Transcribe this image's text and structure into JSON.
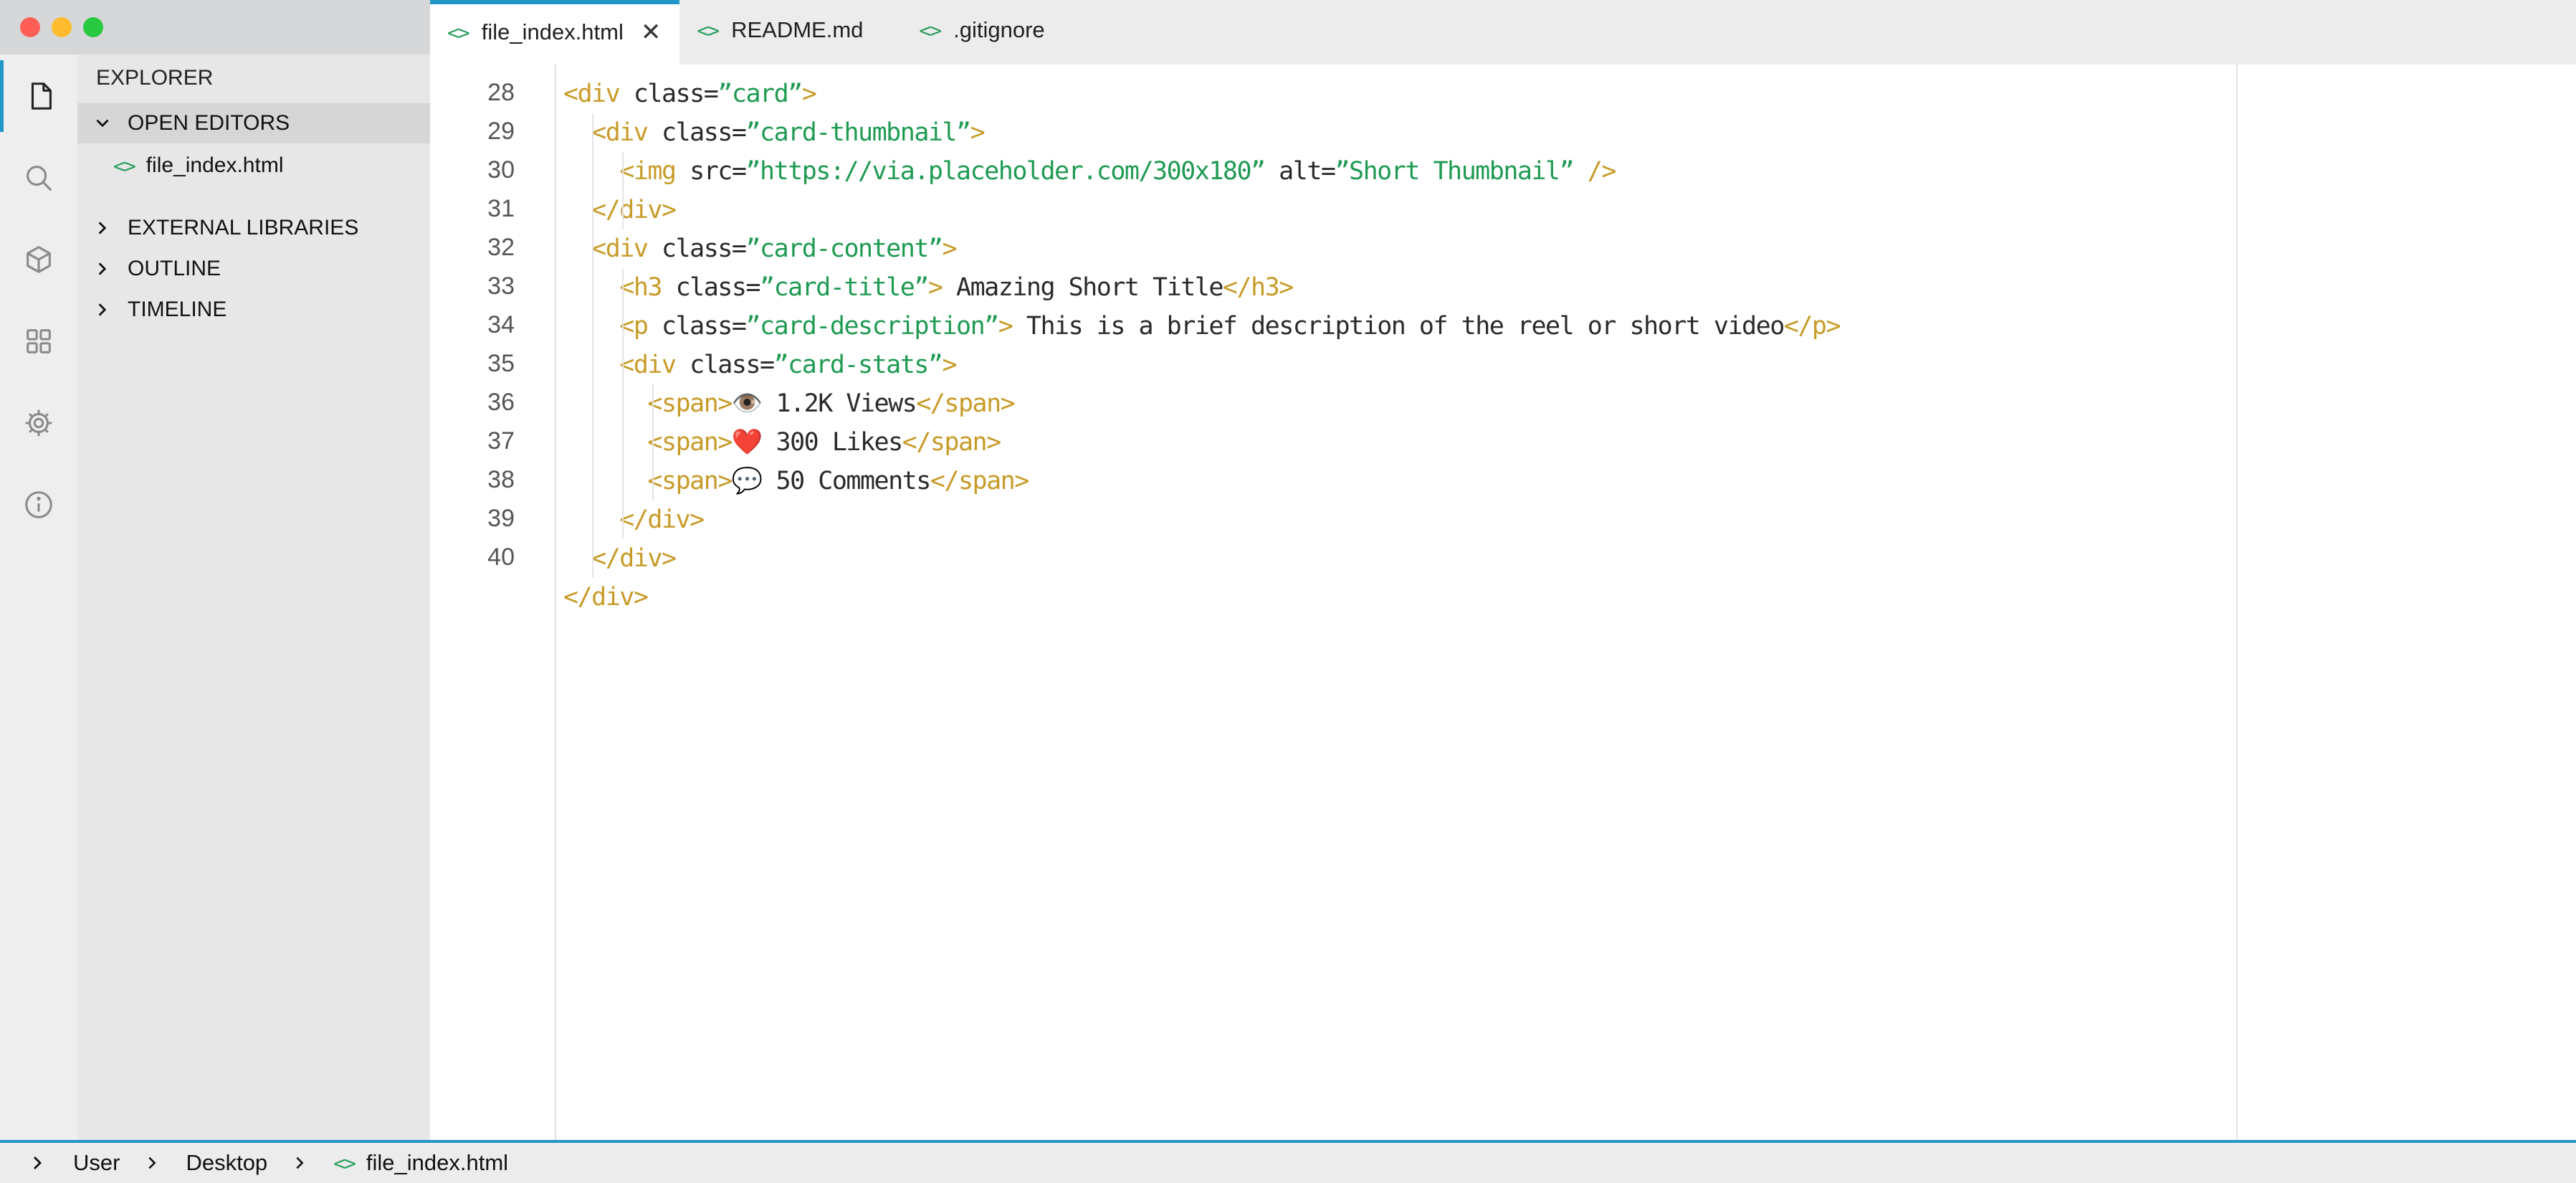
{
  "tabs": [
    {
      "label": "file_index.html",
      "icon": "code-file-icon",
      "active": true
    },
    {
      "label": "README.md",
      "icon": "code-file-icon",
      "active": false
    },
    {
      "label": ".gitignore",
      "icon": "code-file-icon",
      "active": false
    }
  ],
  "tab_icon_glyph": "<>",
  "sidebar": {
    "title": "EXPLORER",
    "open_editors": "OPEN EDITORS",
    "open_file": "file_index.html",
    "sections": [
      "EXTERNAL LIBRARIES",
      "OUTLINE",
      "TIMELINE"
    ]
  },
  "activity_icons": [
    "files-icon",
    "search-icon",
    "package-icon",
    "extensions-icon",
    "gear-icon",
    "info-icon"
  ],
  "editor": {
    "line_numbers": [
      "28",
      "29",
      "30",
      "31",
      "32",
      "33",
      "34",
      "35",
      "36",
      "37",
      "38",
      "39",
      "40"
    ],
    "lines": [
      [
        [
          "t",
          "<div "
        ],
        [
          "a",
          "class="
        ],
        [
          "s",
          "”card”"
        ],
        [
          "t",
          ">"
        ]
      ],
      [
        [
          "t",
          "  <div "
        ],
        [
          "a",
          "class="
        ],
        [
          "s",
          "”card-thumbnail”"
        ],
        [
          "t",
          ">"
        ]
      ],
      [
        [
          "t",
          "    <img "
        ],
        [
          "a",
          "src="
        ],
        [
          "s",
          "”https://via.placeholder.com/300x180”"
        ],
        [
          "a",
          " alt="
        ],
        [
          "s",
          "”Short Thumbnail”"
        ],
        [
          "t",
          " />"
        ]
      ],
      [
        [
          "t",
          "  </div>"
        ]
      ],
      [
        [
          "t",
          "  <div "
        ],
        [
          "a",
          "class="
        ],
        [
          "s",
          "”card-content”"
        ],
        [
          "t",
          ">"
        ]
      ],
      [
        [
          "t",
          "    <h3 "
        ],
        [
          "a",
          "class="
        ],
        [
          "s",
          "”card-title”"
        ],
        [
          "t",
          ">"
        ],
        [
          "x",
          " Amazing Short Title"
        ],
        [
          "t",
          "</h3>"
        ]
      ],
      [
        [
          "t",
          "    <p "
        ],
        [
          "a",
          "class="
        ],
        [
          "s",
          "”card-description”"
        ],
        [
          "t",
          ">"
        ],
        [
          "x",
          " This is a brief description of the reel or short video"
        ],
        [
          "t",
          "</p>"
        ]
      ],
      [
        [
          "t",
          "    <div "
        ],
        [
          "a",
          "class="
        ],
        [
          "s",
          "”card-stats”"
        ],
        [
          "t",
          ">"
        ]
      ],
      [
        [
          "t",
          "      <span>"
        ],
        [
          "x",
          "👁️ 1.2K Views"
        ],
        [
          "t",
          "</span>"
        ]
      ],
      [
        [
          "t",
          "      <span>"
        ],
        [
          "x",
          "❤️ 300 Likes"
        ],
        [
          "t",
          "</span>"
        ]
      ],
      [
        [
          "t",
          "      <span>"
        ],
        [
          "x",
          "💬 50 Comments"
        ],
        [
          "t",
          "</span>"
        ]
      ],
      [
        [
          "t",
          "    </div>"
        ]
      ],
      [
        [
          "t",
          "  </div>"
        ]
      ],
      [
        [
          "t",
          "</div>"
        ]
      ]
    ]
  },
  "breadcrumb": [
    "User",
    "Desktop",
    "file_index.html"
  ],
  "colors": {
    "accent": "#2196c9",
    "tag": "#c89b28",
    "string": "#1e9a52",
    "file_icon": "#2a9d5b"
  }
}
